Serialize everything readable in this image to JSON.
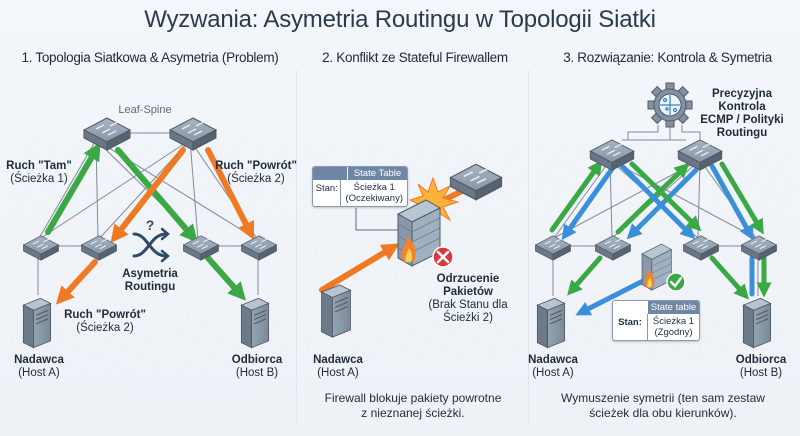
{
  "title": "Wyzwania: Asymetria Routingu w Topologii Siatki",
  "panels": [
    {
      "title": "1. Topologia Siatkowa & Asymetria (Problem)",
      "topology_label": "Leaf-Spine",
      "forward_label": {
        "main": "Ruch \"Tam\"",
        "sub": "(Ścieżka 1)"
      },
      "return_label_top": {
        "main": "Ruch \"Powrót\"",
        "sub": "(Ścieżka 2)"
      },
      "return_label_bottom": {
        "main": "Ruch \"Powrót\"",
        "sub": "(Ścieżka 2)"
      },
      "asym_label": {
        "line1": "Asymetria",
        "line2": "Routingu"
      },
      "asym_icon": "shuffle-question-icon",
      "sender": {
        "name": "Nadawca",
        "host": "(Host A)"
      },
      "receiver": {
        "name": "Odbiorca",
        "host": "(Host B)"
      }
    },
    {
      "title": "2. Konflikt ze Stateful Firewallem",
      "state_table": {
        "header": "State Table",
        "key": "Stan:",
        "value_line1": "Ścieżka 1",
        "value_line2": "(Oczekiwany)"
      },
      "drop_label": {
        "line1": "Odrzucenie",
        "line2": "Pakietów",
        "line3": "(Brak Stanu dla",
        "line4": "Ścieżki 2)"
      },
      "sender": {
        "name": "Nadawca",
        "host": "(Host A)"
      },
      "caption": {
        "line1": "Firewall blokuje pakiety powrotne",
        "line2": "z nieznanej ścieżki."
      }
    },
    {
      "title": "3. Rozwiązanie: Kontrola & Symetria",
      "controller_label": {
        "line1": "Precyzyjna Kontrola",
        "line2": "ECMP / Polityki",
        "line3": "Routingu"
      },
      "state_table": {
        "header": "State table",
        "key": "Stan:",
        "value_line1": "Ścieżka 1",
        "value_line2": "(Zgodny)"
      },
      "sender": {
        "name": "Nadawca",
        "host": "(Host A)"
      },
      "receiver": {
        "name": "Odbiorca",
        "host": "(Host B)"
      },
      "caption": {
        "line1": "Wymuszenie symetrii (ten sam zestaw",
        "line2": "ścieżek dla obu kierunków)."
      }
    }
  ],
  "colors": {
    "forward_green": "#3aa844",
    "return_orange": "#f07a24",
    "symmetric_blue": "#3a8fdb",
    "switch_gray": "#7d8a99",
    "deny_red": "#d9363e",
    "ok_green": "#3aa844",
    "title_text": "#2b3b4e"
  }
}
